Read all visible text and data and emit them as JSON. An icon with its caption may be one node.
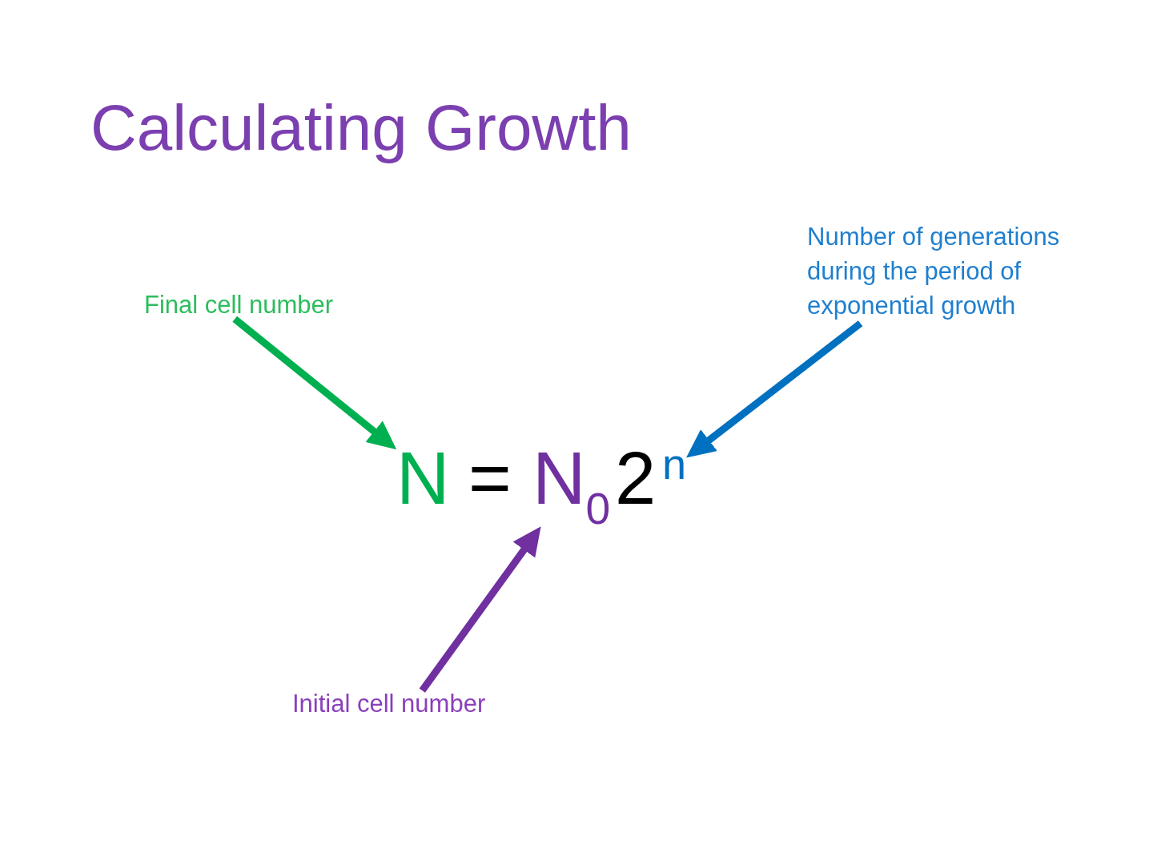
{
  "diagram": {
    "title": "Calculating Growth",
    "nodes": [
      {
        "text": [
          "Number of generations during the period of exponential growth"
        ]
      },
      {
        "text": [
          "Final cell number"
        ]
      },
      {
        "text": [
          "N"
        ]
      },
      {
        "text": [
          "N$_{0}$"
        ]
      },
      {
        "text": [
          "n"
        ]
      },
      {
        "text": [
          "Initial cell number"
        ]
      }
    ],
    "edges": [
      {
        "from": 1,
        "to": 2,
        "arrow": "to",
        "color": "#00b050"
      },
      {
        "from": 0,
        "to": 4,
        "arrow": "to",
        "color": "#0070c0"
      },
      {
        "from": 5,
        "to": 3,
        "arrow": "to",
        "color": "#7030a0"
      }
    ],
    "labels": [
      "=",
      "2"
    ]
  }
}
